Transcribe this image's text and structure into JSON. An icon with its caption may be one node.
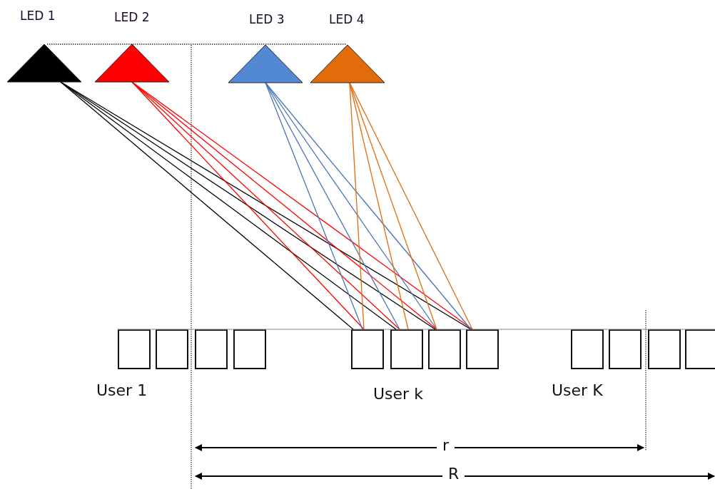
{
  "diagram": {
    "nodes": [
      {
        "text": [
          "LED 1"
        ]
      },
      {
        "text": [
          "LED 2"
        ]
      },
      {
        "text": [
          "LED 3"
        ]
      },
      {
        "text": [
          "LED 4"
        ]
      },
      {
        "text": [],
        "shape": "box"
      },
      {
        "text": [],
        "shape": "box"
      },
      {
        "text": [],
        "shape": "box"
      },
      {
        "text": [],
        "shape": "box"
      },
      {
        "text": [],
        "shape": "box"
      },
      {
        "text": [],
        "shape": "box"
      },
      {
        "text": [],
        "shape": "box"
      },
      {
        "text": [],
        "shape": "box"
      },
      {
        "text": [],
        "shape": "box"
      },
      {
        "text": [],
        "shape": "box"
      },
      {
        "text": [],
        "shape": "box"
      },
      {
        "text": [],
        "shape": "box"
      }
    ],
    "edges": [
      {
        "from": 0,
        "to": 8,
        "arrow": "none",
        "color": "#000000"
      },
      {
        "from": 0,
        "to": 9,
        "arrow": "none",
        "color": "#000000"
      },
      {
        "from": 0,
        "to": 10,
        "arrow": "none",
        "color": "#000000"
      },
      {
        "from": 0,
        "to": 11,
        "arrow": "none",
        "color": "#000000"
      },
      {
        "from": 1,
        "to": 8,
        "arrow": "none",
        "color": "#ff0000"
      },
      {
        "from": 1,
        "to": 9,
        "arrow": "none",
        "color": "#ff0000"
      },
      {
        "from": 1,
        "to": 10,
        "arrow": "none",
        "color": "#ff0000"
      },
      {
        "from": 1,
        "to": 11,
        "arrow": "none",
        "color": "#ff0000"
      },
      {
        "from": 2,
        "to": 8,
        "arrow": "none",
        "color": "#4a74b8"
      },
      {
        "from": 2,
        "to": 9,
        "arrow": "none",
        "color": "#4a74b8"
      },
      {
        "from": 2,
        "to": 10,
        "arrow": "none",
        "color": "#4a74b8"
      },
      {
        "from": 2,
        "to": 11,
        "arrow": "none",
        "color": "#4a74b8"
      },
      {
        "from": 3,
        "to": 8,
        "arrow": "none",
        "color": "#e36c0a"
      },
      {
        "from": 3,
        "to": 9,
        "arrow": "none",
        "color": "#e36c0a"
      },
      {
        "from": 3,
        "to": 10,
        "arrow": "none",
        "color": "#e36c0a"
      },
      {
        "from": 3,
        "to": 11,
        "arrow": "none",
        "color": "#e36c0a"
      }
    ],
    "labels": [
      "User 1",
      "User k",
      "User K",
      "r",
      "R"
    ]
  }
}
